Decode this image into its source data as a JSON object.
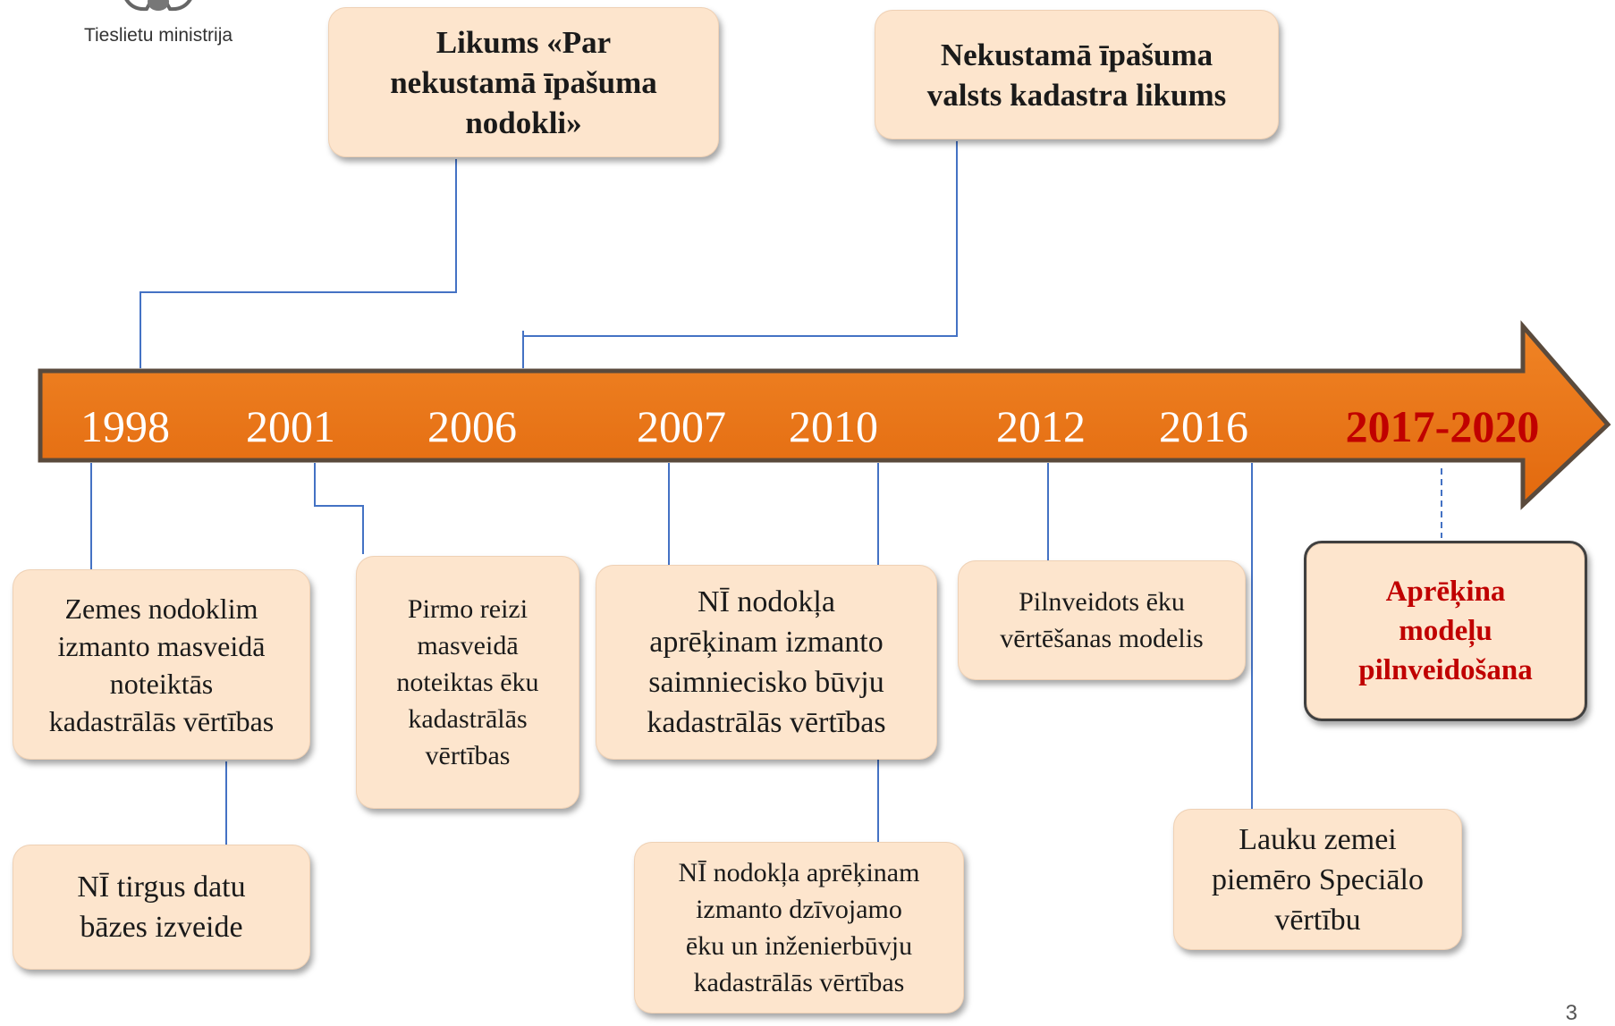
{
  "logo": {
    "text": "Tieslietu ministrija"
  },
  "page_number": "3",
  "timeline": {
    "arrow_color": "#ec7213",
    "years": [
      "1998",
      "2001",
      "2006",
      "2007",
      "2010",
      "2012",
      "2016"
    ],
    "highlight_year": "2017-2020",
    "highlight_color": "#c00000"
  },
  "top_events": [
    {
      "lines": [
        "Likums «Par",
        "nekustamā īpašuma",
        "nodokli»"
      ]
    },
    {
      "lines": [
        "Nekustamā īpašuma",
        "valsts kadastra likums"
      ]
    }
  ],
  "bottom_events": [
    {
      "lines": [
        "Zemes nodoklim",
        "izmanto masveidā",
        "noteiktās",
        "kadastrālās vērtības"
      ]
    },
    {
      "lines": [
        "Pirmo reizi",
        "masveidā",
        "noteiktas ēku",
        "kadastrālās",
        "vērtības"
      ]
    },
    {
      "lines": [
        "NĪ nodokļa",
        "aprēķinam izmanto",
        "saimniecisko būvju",
        "kadastrālās vērtības"
      ]
    },
    {
      "lines": [
        "Pilnveidots ēku",
        "vērtēšanas modelis"
      ]
    },
    {
      "lines": [
        "Aprēķina",
        "modeļu",
        "pilnveidošana"
      ]
    },
    {
      "lines": [
        "NĪ tirgus datu",
        "bāzes izveide"
      ]
    },
    {
      "lines": [
        "NĪ nodokļa aprēķinam",
        "izmanto dzīvojamo",
        "ēku un inženierbūvju",
        "kadastrālās vērtības"
      ]
    },
    {
      "lines": [
        "Lauku zemei",
        "piemēro Speciālo",
        "vērtību"
      ]
    }
  ]
}
